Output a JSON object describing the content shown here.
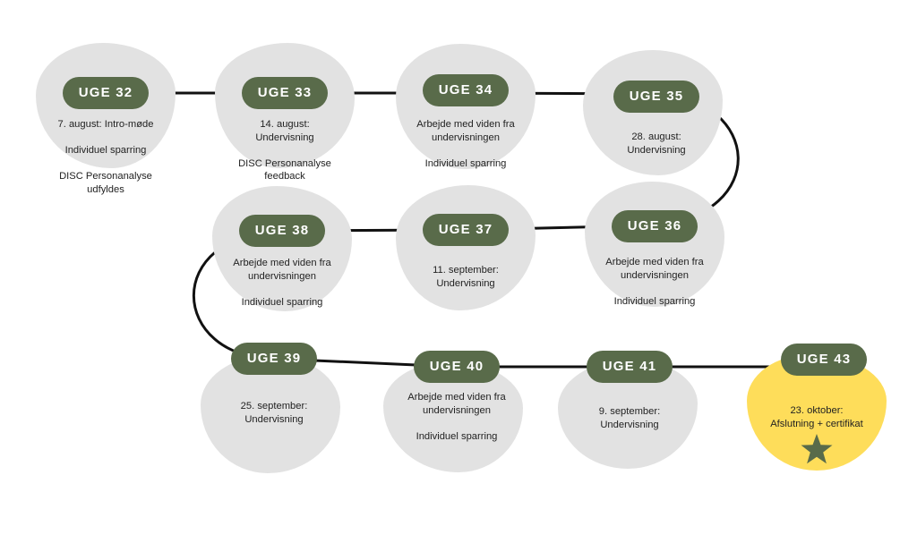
{
  "timeline": {
    "weeks": [
      {
        "label": "UGE 32",
        "lines": [
          "7. august: Intro-møde",
          "",
          "Individuel sparring",
          "",
          "DISC Personanalyse",
          "udfyldes"
        ]
      },
      {
        "label": "UGE 33",
        "lines": [
          "14. august:",
          "Undervisning",
          "",
          "DISC Personanalyse",
          "feedback"
        ]
      },
      {
        "label": "UGE 34",
        "lines": [
          "Arbejde med viden fra",
          "undervisningen",
          "",
          "Individuel sparring"
        ]
      },
      {
        "label": "UGE 35",
        "lines": [
          "28. august:",
          "Undervisning"
        ]
      },
      {
        "label": "UGE 36",
        "lines": [
          "Arbejde med viden fra",
          "undervisningen",
          "",
          "Individuel sparring"
        ]
      },
      {
        "label": "UGE 37",
        "lines": [
          "11. september:",
          "Undervisning"
        ]
      },
      {
        "label": "UGE 38",
        "lines": [
          "Arbejde med viden fra",
          "undervisningen",
          "",
          "Individuel sparring"
        ]
      },
      {
        "label": "UGE 39",
        "lines": [
          "25. september:",
          "Undervisning"
        ]
      },
      {
        "label": "UGE 40",
        "lines": [
          "Arbejde med viden fra",
          "undervisningen",
          "",
          "Individuel sparring"
        ]
      },
      {
        "label": "UGE 41",
        "lines": [
          "9. september:",
          "Undervisning"
        ]
      },
      {
        "label": "UGE 43",
        "lines": [
          "23. oktober:",
          "Afslutning + certifikat"
        ]
      }
    ]
  },
  "colors": {
    "pill": "#596b4a",
    "blob": "#e2e2e2",
    "final_blob": "#fedd5a",
    "star": "#596b4a",
    "connector": "#111111"
  },
  "icons": {
    "final_marker": "star-icon"
  }
}
